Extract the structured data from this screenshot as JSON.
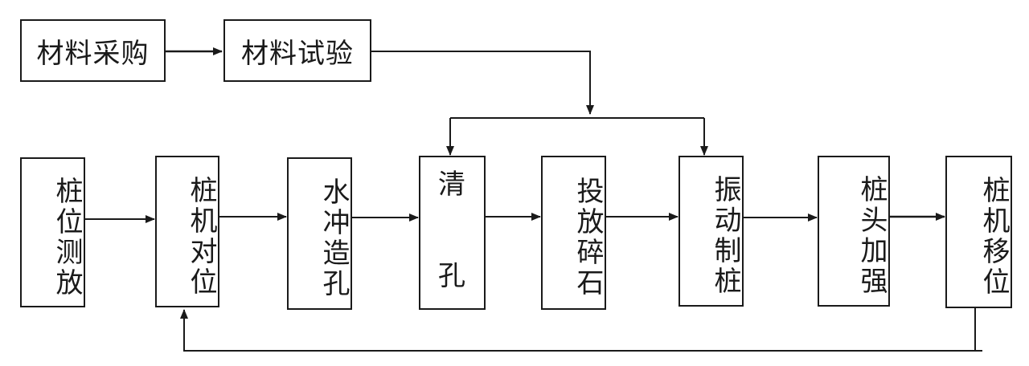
{
  "top_row": [
    {
      "id": "material-purchase",
      "label": "材料采购"
    },
    {
      "id": "material-test",
      "label": "材料试验"
    }
  ],
  "main_row": [
    {
      "id": "pile-position-survey",
      "label": "桩位测放"
    },
    {
      "id": "rig-alignment",
      "label": "桩机对位"
    },
    {
      "id": "water-jet-drilling",
      "label": "水冲造孔"
    },
    {
      "id": "hole-cleaning",
      "label_top": "清",
      "label_bottom": "孔"
    },
    {
      "id": "gravel-placing",
      "label": "投放碎石"
    },
    {
      "id": "vibro-piling",
      "label": "振动制桩"
    },
    {
      "id": "pile-head-reinforce",
      "label": "桩头加强"
    },
    {
      "id": "rig-relocation",
      "label": "桩机移位"
    }
  ],
  "colors": {
    "line": "#1a1a1a",
    "box_border": "#1a1a1a",
    "background": "#ffffff"
  }
}
